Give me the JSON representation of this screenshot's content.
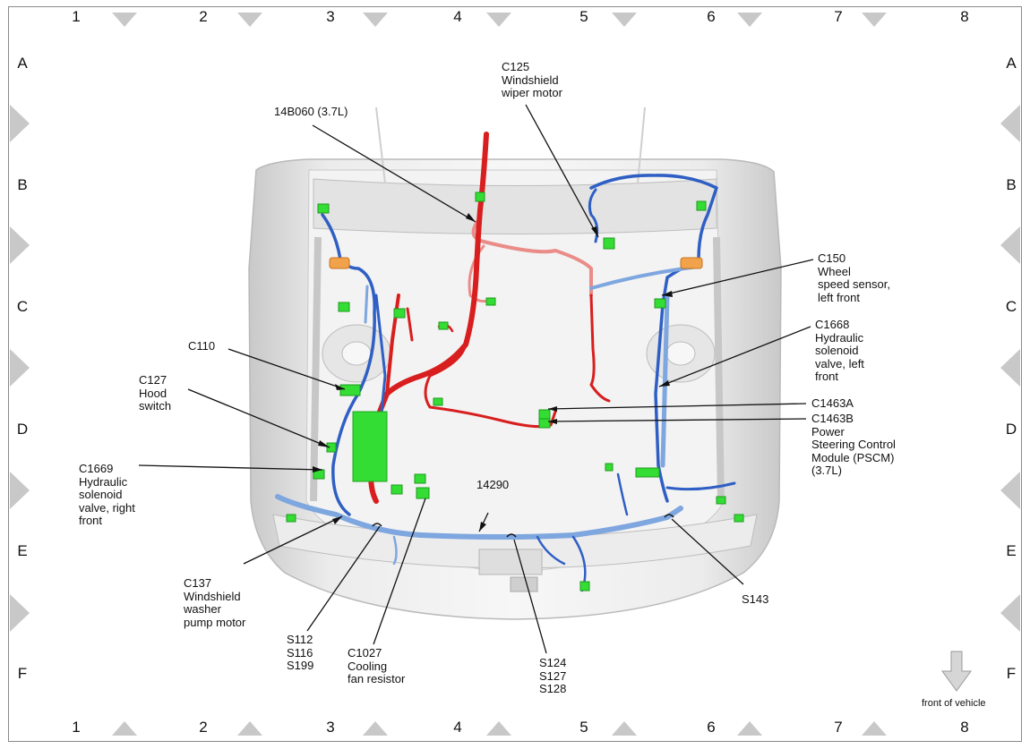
{
  "grid": {
    "columns": [
      "1",
      "2",
      "3",
      "4",
      "5",
      "6",
      "7",
      "8"
    ],
    "rows": [
      "A",
      "B",
      "C",
      "D",
      "E",
      "F"
    ]
  },
  "callouts": {
    "c125": "C125\nWindshield\nwiper motor",
    "b14b060": "14B060 (3.7L)",
    "c150": "C150\nWheel\nspeed sensor,\nleft front",
    "c1668": "C1668\nHydraulic\nsolenoid\nvalve, left\nfront",
    "c110": "C110",
    "c127": "C127\nHood\nswitch",
    "c1463a": "C1463A",
    "c1463b": "C1463B\nPower\nSteering Control\nModule (PSCM)\n(3.7L)",
    "c1669": "C1669\nHydraulic\nsolenoid\nvalve, right\nfront",
    "h14290": "14290",
    "c137": "C137\nWindshield\nwasher\npump motor",
    "s143": "S143",
    "s112": "S112\nS116\nS199",
    "c1027": "C1027\nCooling\nfan resistor",
    "s124": "S124\nS127\nS128",
    "front": "front of vehicle"
  },
  "colors": {
    "harness_red": "#d81e1e",
    "harness_pink": "#ea8c88",
    "harness_blue": "#2f5fc4",
    "harness_lightblue": "#7ea6df",
    "connector_green": "#33dd33",
    "body_gray": "#dcdcdc",
    "marker_gray": "#c4c4c4"
  },
  "icons": [
    "front-arrow-icon"
  ]
}
